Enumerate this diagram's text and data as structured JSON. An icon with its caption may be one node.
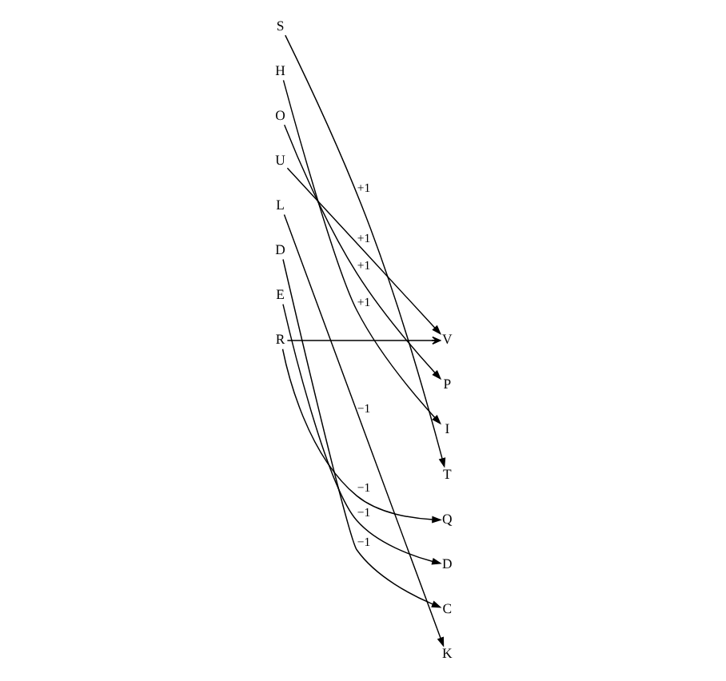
{
  "diagram": {
    "nodes": [
      {
        "text": [
          "S"
        ]
      },
      {
        "text": [
          "H"
        ]
      },
      {
        "text": [
          "O"
        ]
      },
      {
        "text": [
          "U"
        ]
      },
      {
        "text": [
          "L"
        ]
      },
      {
        "text": [
          "D"
        ]
      },
      {
        "text": [
          "E"
        ]
      },
      {
        "text": [
          "R"
        ]
      },
      {
        "text": [
          "V"
        ]
      },
      {
        "text": [
          "P"
        ]
      },
      {
        "text": [
          "I"
        ]
      },
      {
        "text": [
          "T"
        ]
      },
      {
        "text": [
          "Q"
        ]
      },
      {
        "text": [
          "D"
        ]
      },
      {
        "text": [
          "C"
        ]
      },
      {
        "text": [
          "K"
        ]
      }
    ],
    "edges": [
      {
        "from": 4,
        "to": 15,
        "arrow": "to",
        "label": "−1"
      },
      {
        "from": 5,
        "to": 14,
        "arrow": "to",
        "label": "−1"
      },
      {
        "from": 6,
        "to": 13,
        "arrow": "to",
        "label": "−1"
      },
      {
        "from": 7,
        "to": 12,
        "arrow": "to",
        "label": "−1"
      },
      {
        "from": 7,
        "to": 8,
        "arrow": "to"
      },
      {
        "from": 3,
        "to": 8,
        "arrow": "to",
        "label": "+1"
      },
      {
        "from": 2,
        "to": 9,
        "arrow": "to",
        "label": "+1"
      },
      {
        "from": 1,
        "to": 10,
        "arrow": "to",
        "label": "+1"
      },
      {
        "from": 0,
        "to": 11,
        "arrow": "to",
        "label": "+1"
      }
    ]
  }
}
